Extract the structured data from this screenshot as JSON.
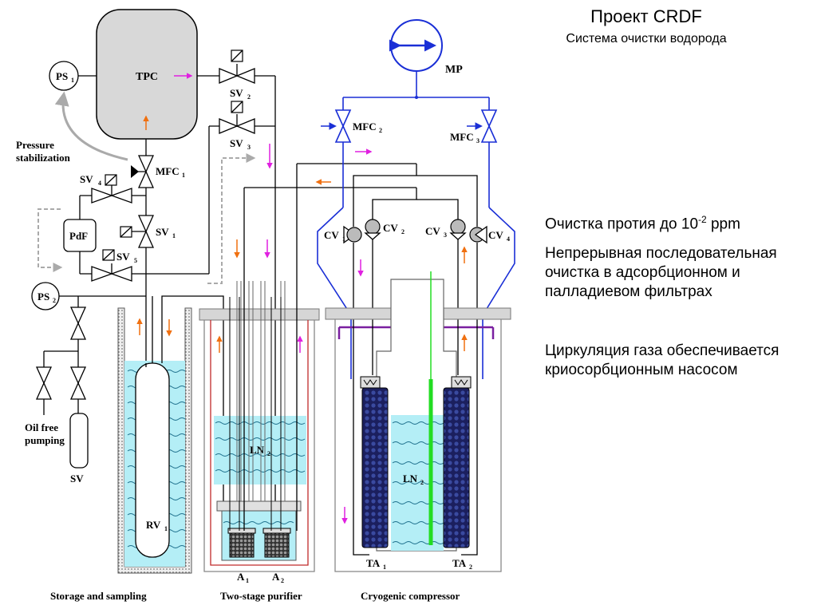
{
  "slide": {
    "title": "Проект CRDF",
    "subtitle": "Система очистки водорода",
    "bullet1_prefix": "Очистка протия до 10",
    "bullet1_sup": "-2",
    "bullet1_suffix": " ppm",
    "bullet2": "Непрерывная последовательная очистка в адсорбционном и палладиевом фильтрах",
    "bullet3": "Циркуляция газа обеспечивается криосорбционным насосом"
  },
  "diagram": {
    "tpc": "TPC",
    "mp": "MP",
    "ps1": "PS",
    "ps1_sub": "1",
    "ps2": "PS",
    "ps2_sub": "2",
    "pdf": "PdF",
    "pressure_stab_1": "Pressure",
    "pressure_stab_2": "stabilization",
    "mfc1": "MFC",
    "mfc1_sub": "1",
    "mfc2": "MFC",
    "mfc2_sub": "2",
    "mfc3": "MFC",
    "mfc3_sub": "3",
    "sv1": "SV",
    "sv1_sub": "1",
    "sv2": "SV",
    "sv2_sub": "2",
    "sv3": "SV",
    "sv3_sub": "3",
    "sv4": "SV",
    "sv4_sub": "4",
    "sv5": "SV",
    "sv5_sub": "5",
    "cv1": "CV",
    "cv1_sub": "1",
    "cv2": "CV",
    "cv2_sub": "2",
    "cv3": "CV",
    "cv3_sub": "3",
    "cv4": "CV",
    "cv4_sub": "4",
    "oil_free_1": "Oil free",
    "oil_free_2": "pumping",
    "sv": "SV",
    "rv1": "RV",
    "rv1_sub": "1",
    "ln2_a": "LN",
    "ln2_a_sub": "2",
    "ln2_b": "LN",
    "ln2_b_sub": "2",
    "a1": "A",
    "a1_sub": "1",
    "a2": "A",
    "a2_sub": "2",
    "ta1": "TA",
    "ta1_sub": "1",
    "ta2": "TA",
    "ta2_sub": "2",
    "caption_storage": "Storage and sampling",
    "caption_purifier": "Two-stage purifier",
    "caption_cryo": "Cryogenic compressor"
  },
  "colors": {
    "blue_line": "#1a2fd6",
    "magenta_arrow": "#e020e0",
    "orange_arrow": "#f07010",
    "liquid": "#b4eef6",
    "green_rod": "#22dd22",
    "tpc_fill": "#d8d8d8"
  }
}
